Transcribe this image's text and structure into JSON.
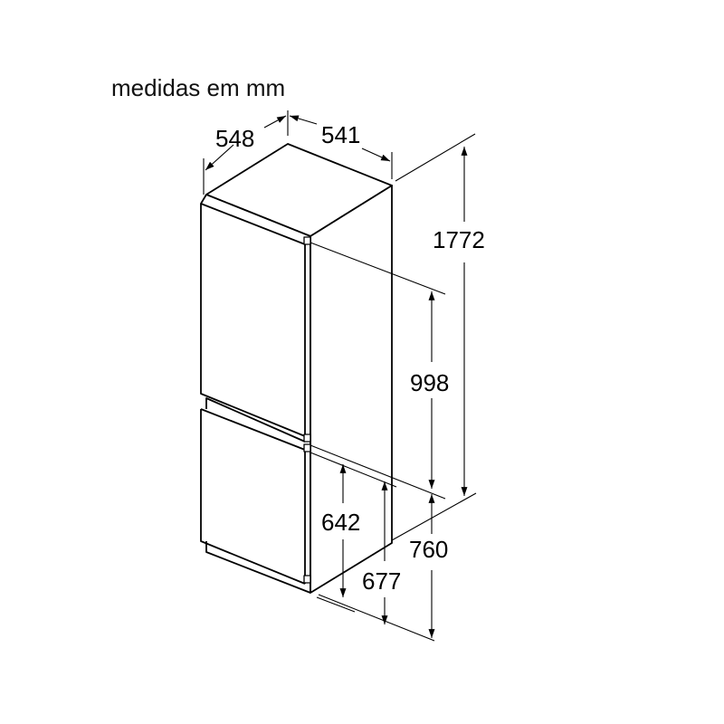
{
  "title": "medidas em mm",
  "dimensions": {
    "depth": "548",
    "width": "541",
    "total_height": "1772",
    "upper_section": "998",
    "lower_door": "642",
    "niche_lower": "677",
    "lower_section": "760"
  },
  "colors": {
    "line": "#000000",
    "background": "#ffffff"
  }
}
